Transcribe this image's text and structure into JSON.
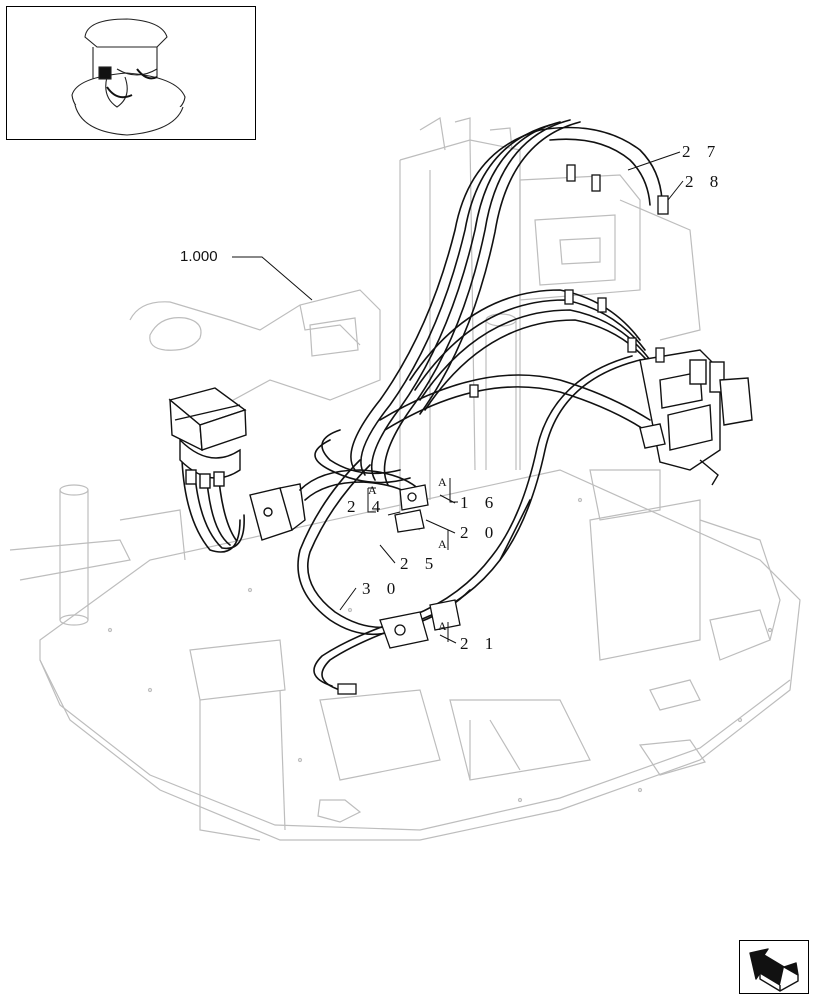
{
  "callouts": {
    "c1000": "1.000",
    "c27": "2 7",
    "c28": "2 8",
    "c16": "1 6",
    "c20": "2 0",
    "c24": "2 4",
    "c25": "2 5",
    "c30": "3 0",
    "c21": "2 1"
  },
  "refs": {
    "a1": "A",
    "a2": "A",
    "a3": "A",
    "a4": "A"
  },
  "icons": {
    "thumbnail": "machine-overview-thumbnail",
    "nav": "next-page-arrow-icon"
  },
  "colors": {
    "ghost": "#c8c8c8",
    "ink": "#111111"
  }
}
